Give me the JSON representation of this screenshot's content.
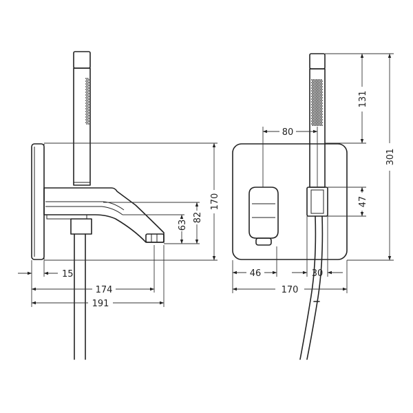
{
  "dimensions": {
    "d15": "15",
    "d174": "174",
    "d191": "191",
    "d63": "63",
    "d82": "82",
    "d170v": "170",
    "d80": "80",
    "d46": "46",
    "d30": "30",
    "d170h": "170",
    "d131": "131",
    "d47": "47",
    "d301": "301"
  }
}
